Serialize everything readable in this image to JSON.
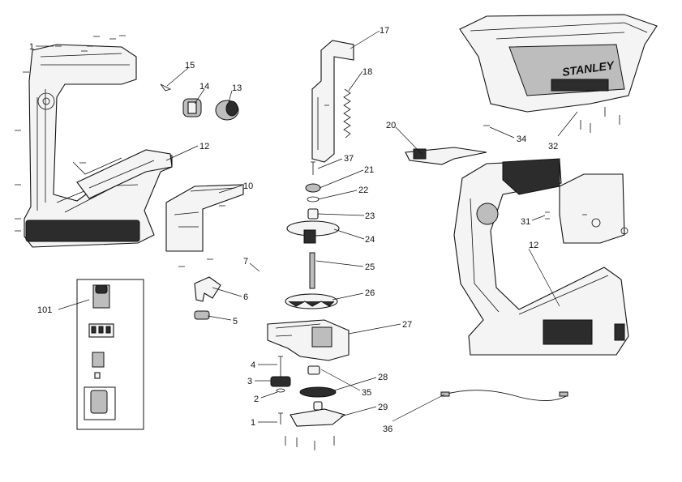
{
  "brand_text": "STANLEY",
  "callouts": {
    "c1a": "1",
    "c1b": "1",
    "c2": "2",
    "c3": "3",
    "c4": "4",
    "c5": "5",
    "c6": "6",
    "c7": "7",
    "c10": "10",
    "c12a": "12",
    "c12b": "12",
    "c13": "13",
    "c14": "14",
    "c15": "15",
    "c17": "17",
    "c18": "18",
    "c20": "20",
    "c21": "21",
    "c22": "22",
    "c23": "23",
    "c24": "24",
    "c25": "25",
    "c26": "26",
    "c27": "27",
    "c28": "28",
    "c29": "29",
    "c31": "31",
    "c32": "32",
    "c34": "34",
    "c35": "35",
    "c36": "36",
    "c37": "37",
    "c101": "101"
  }
}
